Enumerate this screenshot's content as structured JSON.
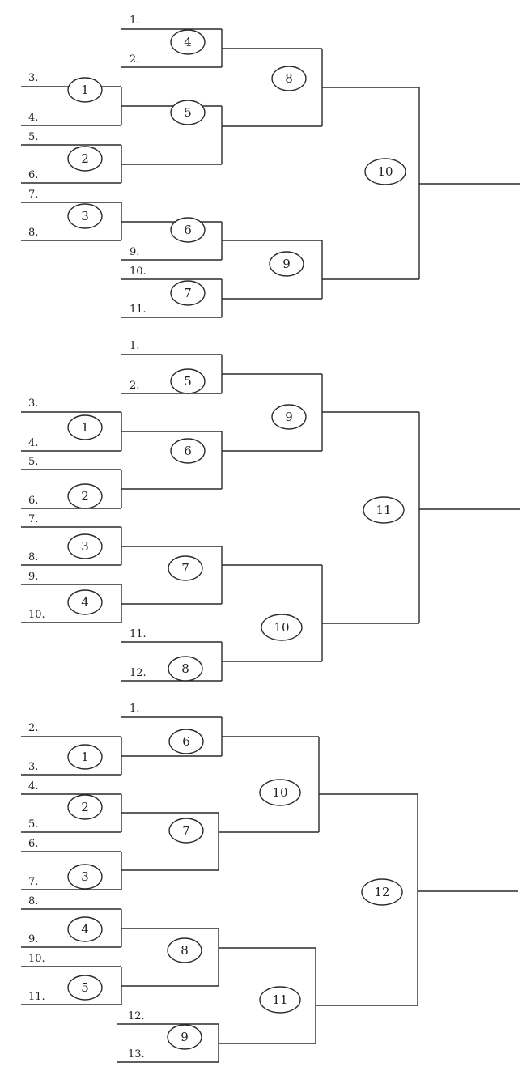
{
  "brackets": [
    {
      "slots": [
        "1.",
        "2.",
        "3.",
        "4.",
        "5.",
        "6.",
        "7.",
        "8.",
        "9.",
        "10.",
        "11."
      ],
      "games": [
        "1",
        "2",
        "3",
        "4",
        "5",
        "6",
        "7",
        "8",
        "9",
        "10"
      ]
    },
    {
      "slots": [
        "1.",
        "2.",
        "3.",
        "4.",
        "5.",
        "6.",
        "7.",
        "8.",
        "9.",
        "10.",
        "11.",
        "12."
      ],
      "games": [
        "1",
        "2",
        "3",
        "4",
        "5",
        "6",
        "7",
        "8",
        "9",
        "10",
        "11"
      ]
    },
    {
      "slots": [
        "1.",
        "2.",
        "3.",
        "4.",
        "5.",
        "6.",
        "7.",
        "8.",
        "9.",
        "10.",
        "11.",
        "12.",
        "13."
      ],
      "games": [
        "1",
        "2",
        "3",
        "4",
        "5",
        "6",
        "7",
        "8",
        "9",
        "10",
        "11",
        "12"
      ]
    }
  ]
}
